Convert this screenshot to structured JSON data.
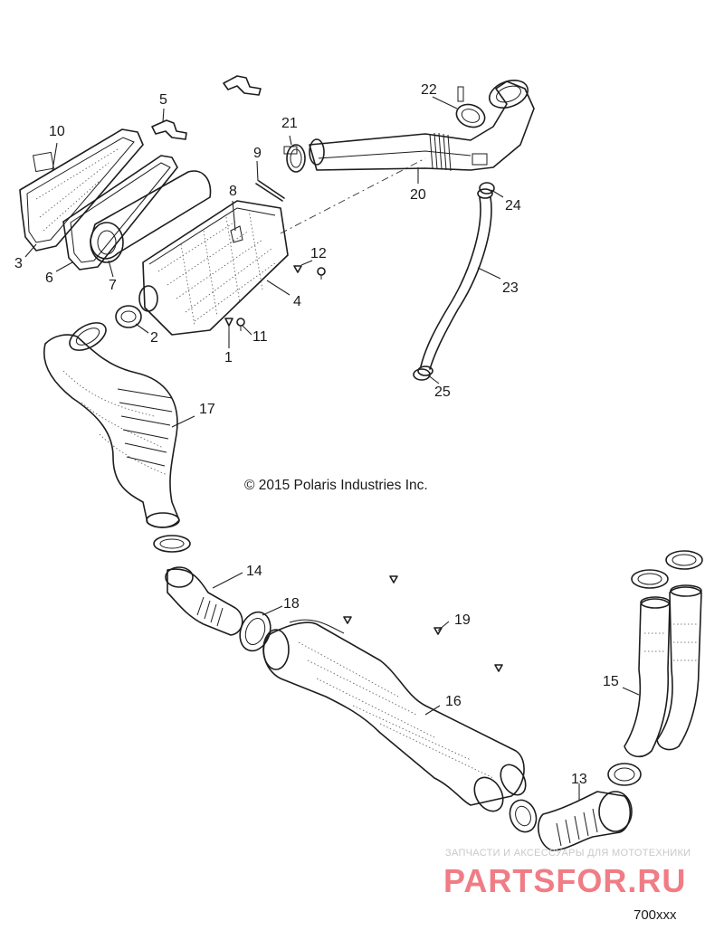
{
  "diagram": {
    "copyright": "© 2015 Polaris Industries Inc.",
    "figure_code": "700xxx",
    "callouts": [
      "1",
      "2",
      "3",
      "4",
      "5",
      "6",
      "7",
      "8",
      "9",
      "10",
      "11",
      "12",
      "13",
      "14",
      "15",
      "16",
      "17",
      "18",
      "19",
      "20",
      "21",
      "22",
      "23",
      "24",
      "25"
    ]
  },
  "watermark": {
    "line1": "ЗАПЧАСТИ И АКСЕССУАРЫ ДЛЯ МОТОТЕХНИКИ",
    "brand": "PARTSFOR.RU"
  }
}
